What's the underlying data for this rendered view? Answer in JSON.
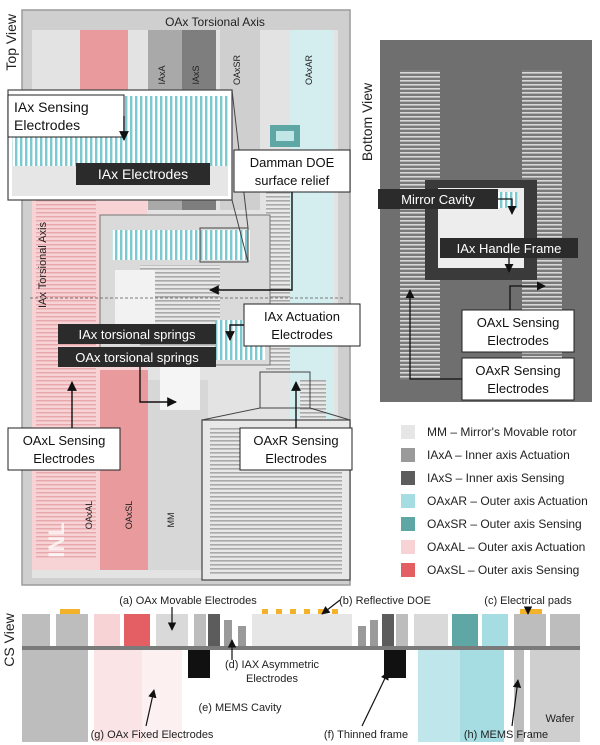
{
  "views": {
    "top": "Top View",
    "bottom": "Bottom View",
    "cs": "CS View"
  },
  "top_view": {
    "axis_oax": "OAx Torsional Axis",
    "axis_iax": "IAx Torsional Axis",
    "col_iaxa": "IAxA",
    "col_iaxs": "IAxS",
    "col_oaxsr": "OAxSR",
    "col_oaxar": "OAxAR",
    "col_oaxal": "OAxAL",
    "col_oaxsl": "OAxSL",
    "col_mm": "MM",
    "logo": "INL",
    "callouts": {
      "iax_sensing_1": "IAx Sensing",
      "iax_sensing_2": "Electrodes",
      "iax_electrodes": "IAx Electrodes",
      "damman_1": "Damman DOE",
      "damman_2": "surface relief",
      "iax_actuation_1": "IAx Actuation",
      "iax_actuation_2": "Electrodes",
      "iax_springs": "IAx torsional springs",
      "oax_springs": "OAx torsional springs",
      "oaxl_1": "OAxL Sensing",
      "oaxl_2": "Electrodes",
      "oaxr_1": "OAxR Sensing",
      "oaxr_2": "Electrodes"
    }
  },
  "bottom_view": {
    "mirror_cavity": "Mirror Cavity",
    "handle_frame": "IAx Handle Frame",
    "oaxl_1": "OAxL Sensing",
    "oaxl_2": "Electrodes",
    "oaxr_1": "OAxR Sensing",
    "oaxr_2": "Electrodes"
  },
  "legend": [
    {
      "label": "MM – Mirror's Movable rotor",
      "color": "#e6e6e6"
    },
    {
      "label": "IAxA – Inner axis Actuation",
      "color": "#9a9a9a"
    },
    {
      "label": "IAxS – Inner axis Sensing",
      "color": "#5c5c5c"
    },
    {
      "label": "OAxAR – Outer axis Actuation",
      "color": "#a6dde2"
    },
    {
      "label": "OAxSR – Outer axis Sensing",
      "color": "#5fa7a5"
    },
    {
      "label": "OAxAL – Outer axis Actuation",
      "color": "#f7d3d5"
    },
    {
      "label": "OAxSL – Outer axis Sensing",
      "color": "#e45f63"
    }
  ],
  "cs_view": {
    "a": "(a) OAx Movable Electrodes",
    "b": "(b) Reflective DOE",
    "c": "(c) Electrical pads",
    "d_1": "(d) IAX Asymmetric",
    "d_2": "Electrodes",
    "e": "(e) MEMS Cavity",
    "f": "(f) Thinned frame",
    "g": "(g) OAx Fixed Electrodes",
    "h": "(h) MEMS Frame",
    "wafer": "Wafer"
  }
}
